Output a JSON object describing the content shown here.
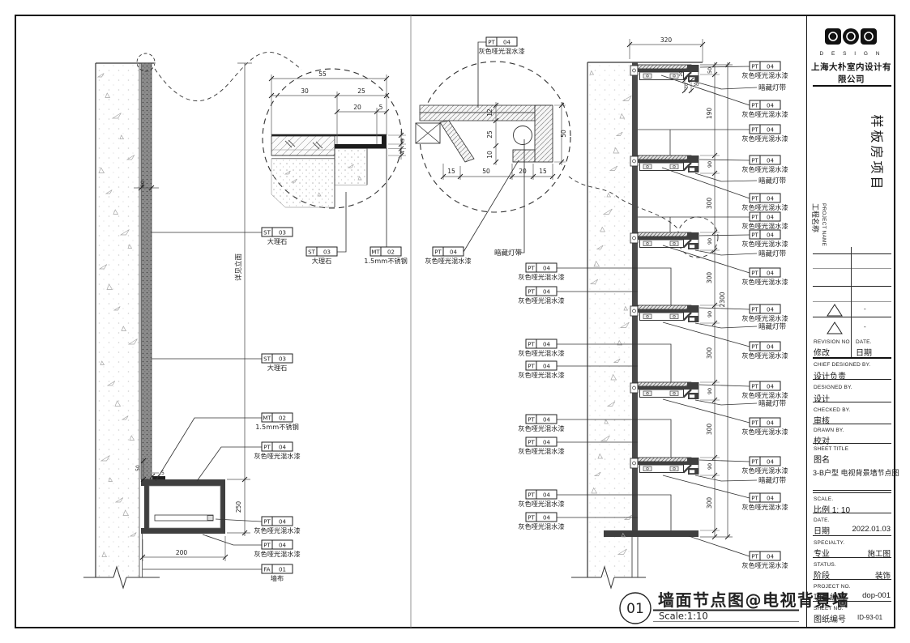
{
  "callouts": {
    "st03": {
      "code": "ST",
      "num": "03",
      "desc": "大理石"
    },
    "mt02": {
      "code": "MT",
      "num": "02",
      "desc": "1.5mm不锈钢"
    },
    "pt04": {
      "code": "PT",
      "num": "04",
      "desc": "灰色哑光混水漆"
    },
    "fa01": {
      "code": "FA",
      "num": "01",
      "desc": "墙布"
    },
    "light": {
      "label": "暗藏灯带"
    }
  },
  "left_section": {
    "see_elevation": "详见立面",
    "dim_wall_finish": "50",
    "dim_strip": "5",
    "dim_strip2": "50",
    "dim_cabinet_height": "250",
    "dim_cabinet_width": "200"
  },
  "detail_1": {
    "dim_total": "55",
    "dim_left": "30",
    "dim_right": "25",
    "dim_inner": "20",
    "dim_edge": "5",
    "dim_t1": "5",
    "dim_t2": "4"
  },
  "detail_2": {
    "dim_b1": "15",
    "dim_b2": "50",
    "dim_b3": "20",
    "dim_b4": "15",
    "dim_v1": "12",
    "dim_v2": "25",
    "dim_v3": "10",
    "dim_right": "50"
  },
  "right_section": {
    "dim_top": "320",
    "dim_first": "50",
    "dim_gap_first": "190",
    "dim_shelf": "90",
    "dim_gap": "300",
    "dim_total": "2300",
    "dim_s20": "20",
    "dim_s10": "10",
    "dim_s30": "30"
  },
  "sheet_label": {
    "number": "01",
    "title": "墙面节点图@电视背景墙",
    "scale": "Scale:1:10"
  },
  "titleblock": {
    "logo_sub": "D E S I G N",
    "company": "上海大朴室内设计有限公司",
    "project_name_cn": "样板房项目",
    "project_label_en": "PROJECT NAME",
    "project_label_cn": "工程名称",
    "rev_dash_1": "-",
    "rev_dash_2": "-",
    "revision_en": "REVISION NO",
    "revision_cn": "修改",
    "date_en": "DATE.",
    "date_cn": "日期",
    "chief_en": "CHIEF DESIGNED BY.",
    "chief_cn": "设计负责",
    "designed_en": "DESIGNED BY.",
    "designed_cn": "设计",
    "checked_en": "CHECKED BY.",
    "checked_cn": "审核",
    "drawn_en": "DRAWN BY.",
    "drawn_cn": "校对",
    "sheet_title_en": "SHEET TITLE",
    "sheet_title_cn": "图名",
    "sheet_name": "3-B户型 电视背景墙节点图",
    "scale_en": "SCALE.",
    "scale_cn": "比例 1: 10",
    "date2_en": "DATE.",
    "date2_cn": "日期",
    "date_value": "2022.01.03",
    "specialty_en": "SPECIALTY.",
    "specialty_cn": "专业",
    "specialty_value": "施工图",
    "status_en": "STATUS.",
    "status_cn": "阶段",
    "status_value": "装饰",
    "project_no_en": "PROJECT NO.",
    "project_no_cn": "项目编号",
    "project_no_value": "dop-001",
    "sheet_no_en": "SHEET NO.",
    "sheet_no_cn": "图纸编号",
    "sheet_no_value": "ID-93-01"
  }
}
